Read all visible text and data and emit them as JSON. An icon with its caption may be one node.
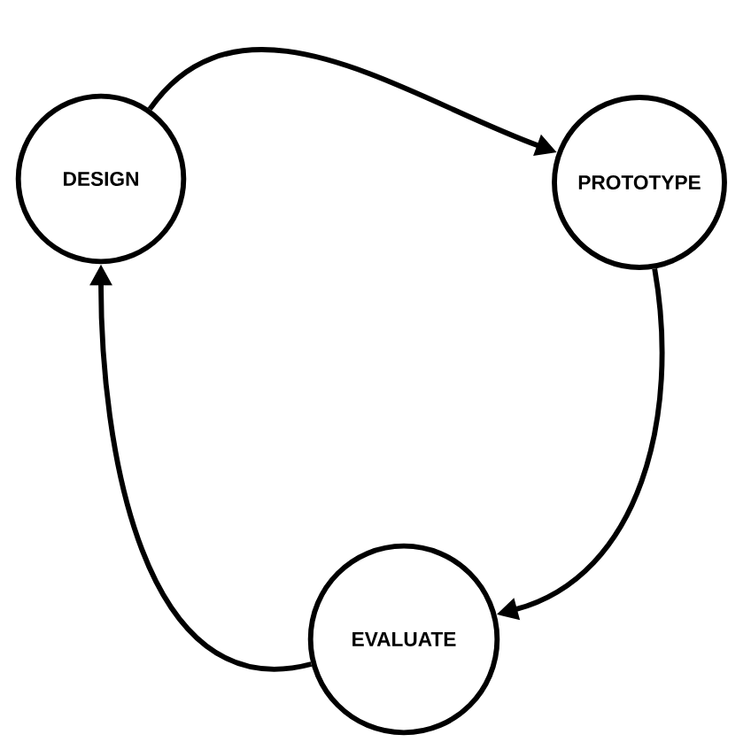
{
  "diagram": {
    "nodes": [
      {
        "text": [
          "DESIGN"
        ]
      },
      {
        "text": [
          "PROTOTYPE"
        ]
      },
      {
        "text": [
          "EVALUATE"
        ]
      }
    ],
    "edges": [
      {
        "from": 0,
        "to": 1,
        "arrow": "to"
      },
      {
        "from": 1,
        "to": 2,
        "arrow": "to"
      },
      {
        "from": 2,
        "to": 0,
        "arrow": "to"
      }
    ]
  }
}
